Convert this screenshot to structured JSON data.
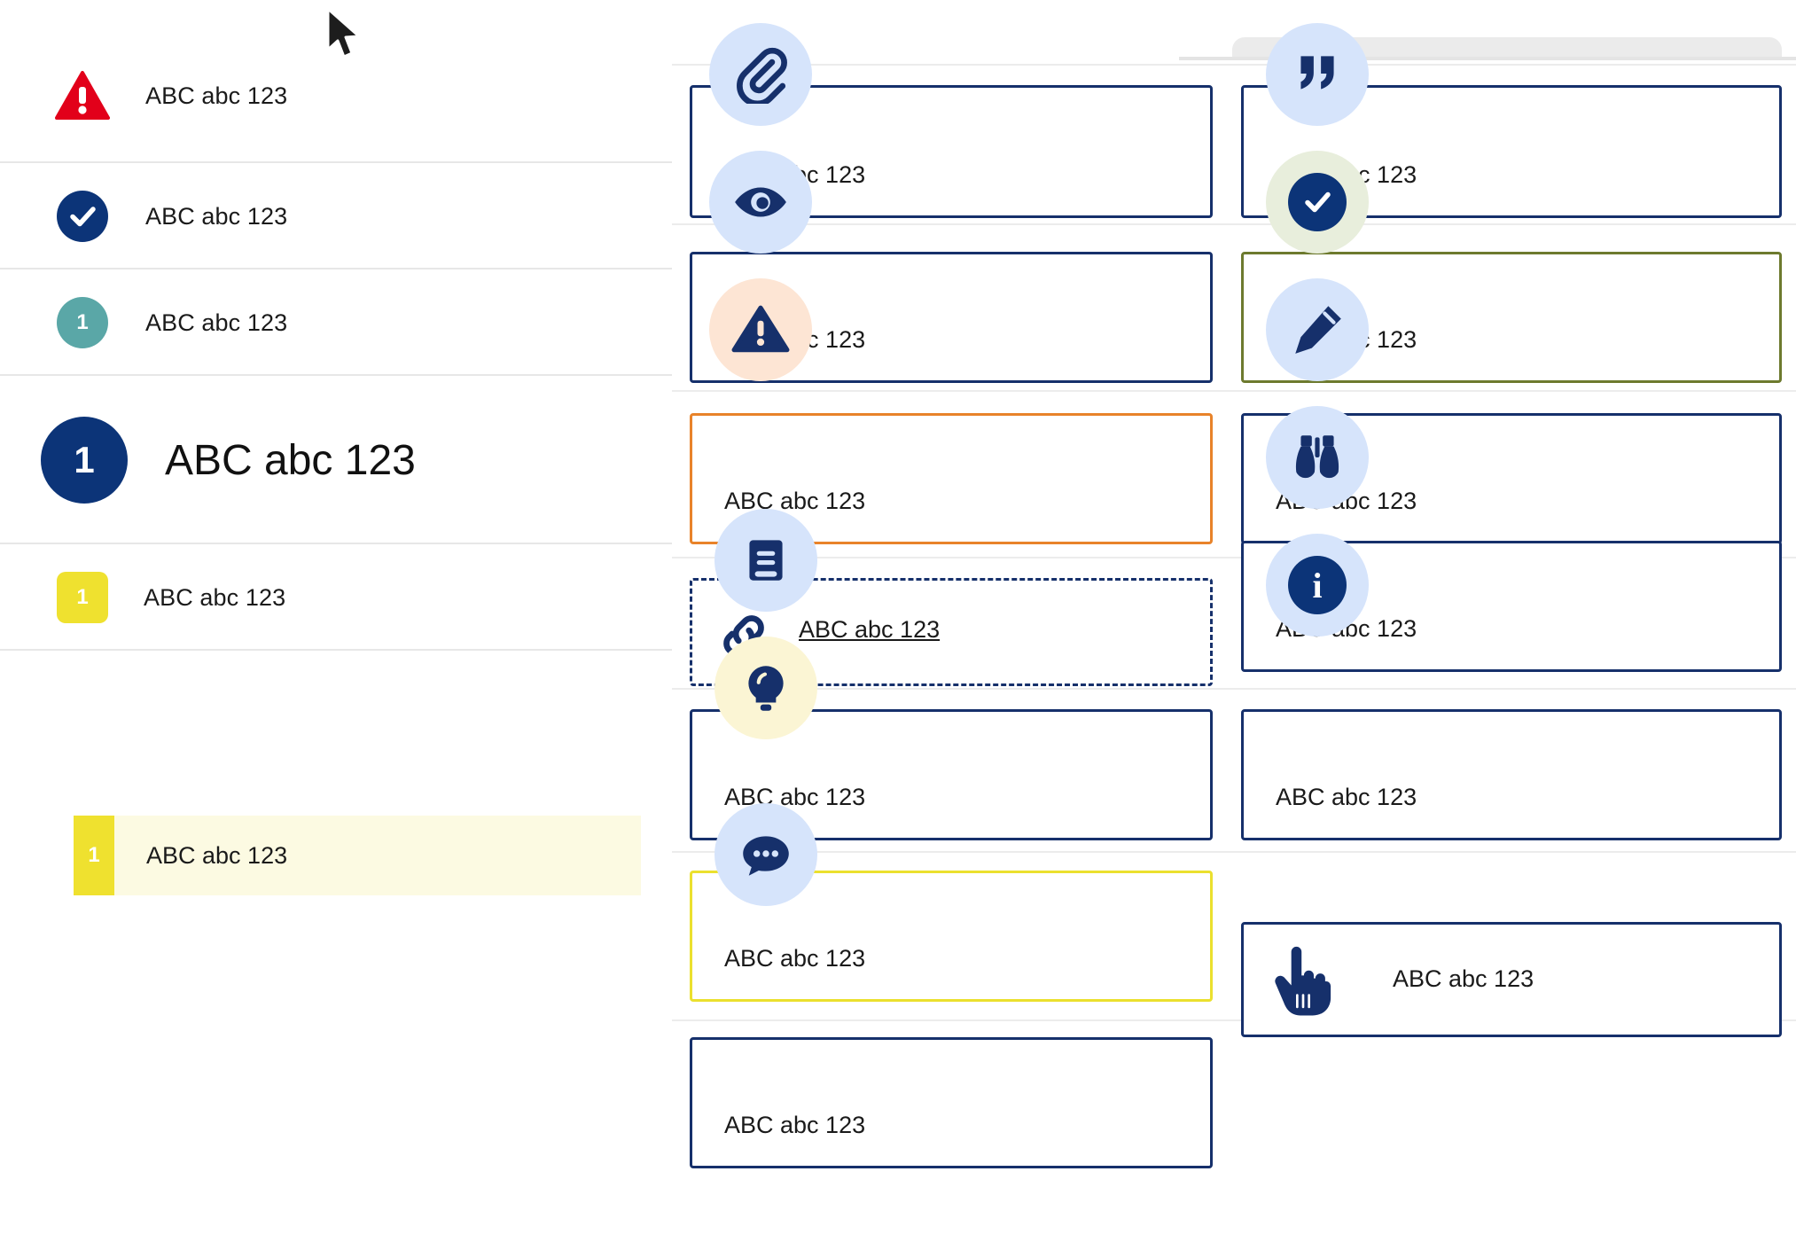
{
  "sample_text": "ABC abc 123",
  "left_list": {
    "items": [
      {
        "badge_type": "warning-triangle",
        "badge_value": "",
        "label": "ABC abc 123",
        "icon": "warning-triangle-icon",
        "color": "#e2001a"
      },
      {
        "badge_type": "check-circle",
        "badge_value": "",
        "label": "ABC abc 123",
        "icon": "check-circle-icon",
        "color": "#0c3478"
      },
      {
        "badge_type": "number-circle-teal",
        "badge_value": "1",
        "label": "ABC abc 123",
        "icon": "number-badge-icon",
        "color": "#5aa7a7"
      },
      {
        "badge_type": "number-circle-navy-large",
        "badge_value": "1",
        "label": "ABC abc 123",
        "icon": "number-badge-icon",
        "color": "#0c3478"
      },
      {
        "badge_type": "number-square-yellow",
        "badge_value": "1",
        "label": "ABC abc 123",
        "icon": "number-badge-icon",
        "color": "#efe12f"
      },
      {
        "badge_type": "number-square-yellow-highlight",
        "badge_value": "1",
        "label": "ABC abc 123",
        "icon": "number-badge-icon",
        "color": "#efe12f"
      }
    ]
  },
  "middle_column": {
    "cards": [
      {
        "icon": "paperclip-icon",
        "bubble": "blue",
        "border": "navy",
        "label": "ABC abc 123"
      },
      {
        "icon": "eye-icon",
        "bubble": "blue",
        "border": "navy",
        "label": "ABC abc 123"
      },
      {
        "icon": "warning-triangle-icon",
        "bubble": "peach",
        "border": "orange",
        "label": "ABC abc 123"
      },
      {
        "icon": "link-icon",
        "bubble": "none",
        "border": "dashed",
        "label": "ABC abc 123",
        "link": true
      },
      {
        "icon": "book-icon",
        "bubble": "blue",
        "border": "navy",
        "label": "ABC abc 123"
      },
      {
        "icon": "lightbulb-icon",
        "bubble": "cream",
        "border": "yellow",
        "label": "ABC abc 123"
      },
      {
        "icon": "chat-bubble-icon",
        "bubble": "blue",
        "border": "navy",
        "label": "ABC abc 123"
      }
    ]
  },
  "right_column": {
    "cards": [
      {
        "icon": "quote-icon",
        "bubble": "blue",
        "border": "navy",
        "label": "ABC abc 123"
      },
      {
        "icon": "check-circle-icon",
        "bubble": "green",
        "border": "olive",
        "label": "ABC abc 123"
      },
      {
        "icon": "pencil-icon",
        "bubble": "blue",
        "border": "navy",
        "label": "ABC abc 123"
      },
      {
        "icon": "binoculars-icon",
        "bubble": "blue",
        "border": "navy",
        "label": "ABC abc 123"
      },
      {
        "icon": "info-circle-icon",
        "bubble": "blue",
        "border": "navy",
        "label": "ABC abc 123"
      },
      {
        "icon": "pointing-hand-icon",
        "bubble": "none",
        "border": "navy",
        "label": "ABC abc 123"
      }
    ]
  },
  "palette": {
    "navy": "#16306b",
    "navy_deep": "#0c3478",
    "red": "#e2001a",
    "orange": "#e8832a",
    "olive": "#6d7a2e",
    "yellow": "#efe12f",
    "teal": "#5aa7a7",
    "bubble_blue": "#d6e4fb",
    "bubble_peach": "#fde5d4",
    "bubble_green": "#e8eedc",
    "bubble_cream": "#fbf5d4",
    "highlight_bg": "#fcfae2",
    "rule": "#e7e7e7"
  }
}
